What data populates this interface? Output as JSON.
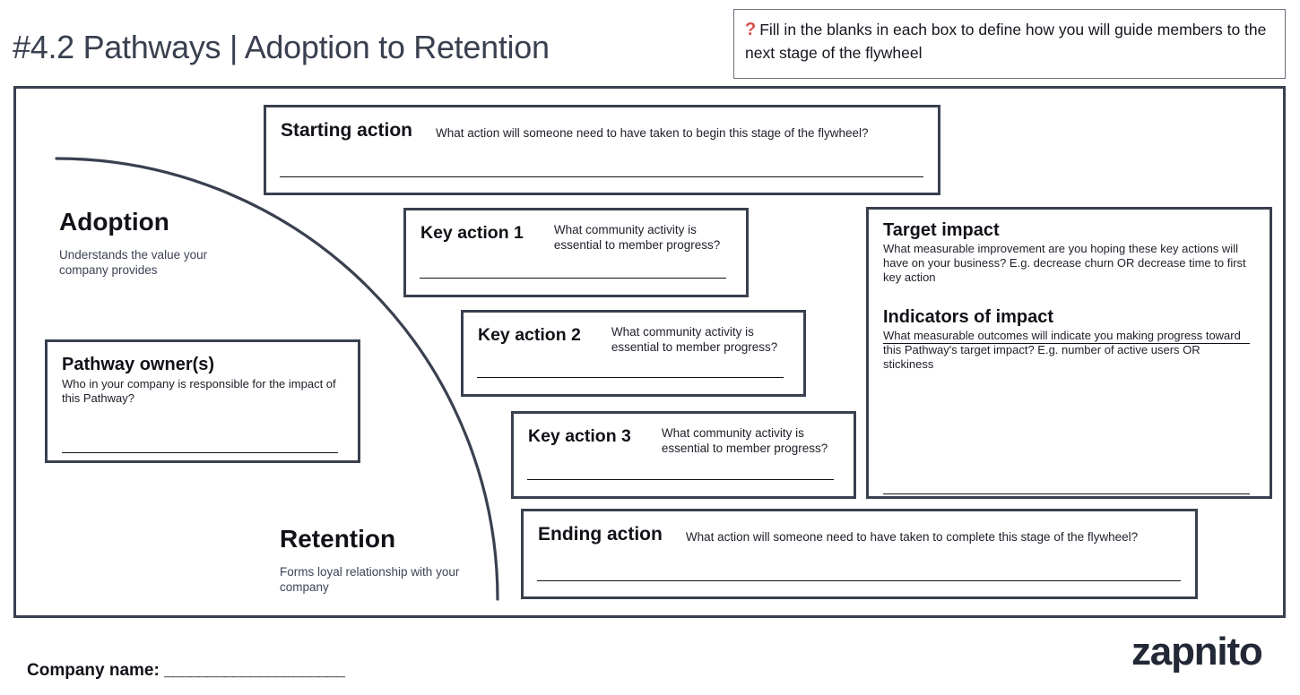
{
  "header": {
    "title": "#4.2 Pathways | Adoption to Retention",
    "instruction": {
      "icon": "question-mark-icon",
      "symbol": "?",
      "text": "Fill in the blanks in each box to define how you will guide members to the next stage of the flywheel"
    }
  },
  "stages": {
    "adoption": {
      "name": "Adoption",
      "description": "Understands the value your company provides"
    },
    "retention": {
      "name": "Retention",
      "description": "Forms loyal relationship with your company"
    }
  },
  "cards": {
    "starting_action": {
      "title": "Starting action",
      "prompt": "What action will someone need to have taken to begin this stage of the flywheel?",
      "answer": ""
    },
    "key_action_1": {
      "title": "Key action 1",
      "prompt": "What community activity is essential to member progress?",
      "answer": ""
    },
    "key_action_2": {
      "title": "Key action 2",
      "prompt": "What community activity is essential to member progress?",
      "answer": ""
    },
    "key_action_3": {
      "title": "Key action 3",
      "prompt": "What community activity is essential to member progress?",
      "answer": ""
    },
    "ending_action": {
      "title": "Ending action",
      "prompt": "What action will someone need to have taken to complete this stage of the flywheel?",
      "answer": ""
    },
    "pathway_owner": {
      "title": "Pathway owner(s)",
      "prompt": "Who in your company is responsible for the impact of this Pathway?",
      "answer": ""
    },
    "target_impact": {
      "title": "Target impact",
      "prompt": "What measurable improvement are you hoping these key actions will have on your business? E.g. decrease churn OR decrease time to first key action",
      "answer": ""
    },
    "indicators_of_impact": {
      "title": "Indicators of impact",
      "prompt": "What measurable outcomes will indicate you making progress toward this Pathway's target impact? E.g. number of active users OR stickiness",
      "answer": ""
    }
  },
  "footer": {
    "company_name_label": "Company name:",
    "company_name_blank": "_____________________",
    "company_name_value": "",
    "brand": "zapnito"
  },
  "colors": {
    "frame": "#39404f",
    "title_text": "#39404f",
    "body_text": "#20222c",
    "accent_question": "#d6504a",
    "brand": "#232836",
    "background": "#ffffff"
  }
}
